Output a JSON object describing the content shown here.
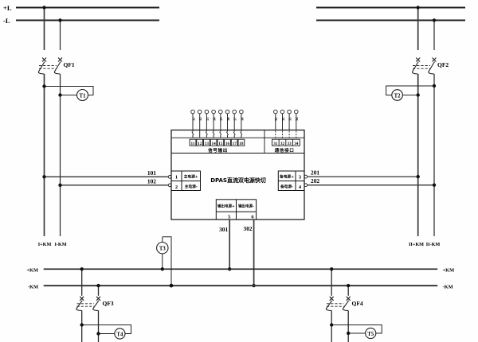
{
  "diagram": {
    "buses": {
      "top_positive": "+L",
      "top_negative": "-L",
      "ctrl_positive_left": "+KM",
      "ctrl_negative_left": "-KM",
      "ctrl_positive_right": "+KM",
      "ctrl_negative_right": "-KM"
    },
    "feeder_labels": {
      "left_pos": "I+KM",
      "left_neg": "I-KM",
      "right_pos": "II+KM",
      "right_neg": "II-KM"
    },
    "breakers": {
      "qf1": "QF1",
      "qf2": "QF2",
      "qf3": "QF3",
      "qf4": "QF4"
    },
    "transducers": {
      "t1": "T1",
      "t2": "T2",
      "t3": "T3",
      "t4": "T4",
      "t5": "T5"
    },
    "wire_numbers": {
      "w101": "101",
      "w102": "102",
      "w201": "201",
      "w202": "202",
      "w301": "301",
      "w302": "302"
    },
    "device": {
      "title": "DPAS直流双电源快切",
      "signal_section": {
        "label": "信号输出",
        "terminals": [
          "11",
          "12",
          "13",
          "14",
          "15",
          "16",
          "17",
          "18"
        ],
        "wire_labels": [
          "11",
          "12",
          "13",
          "14",
          "15",
          "16",
          "17",
          "18"
        ]
      },
      "comm_section": {
        "label": "通信接口",
        "terminals": [
          "31",
          "32",
          "33",
          "34"
        ],
        "wire_labels": [
          "31",
          "32",
          "33",
          "34"
        ]
      },
      "main_input": {
        "pos_label": "主电源+",
        "neg_label": "主电源-",
        "pos_term": "1",
        "neg_term": "2"
      },
      "backup_input": {
        "pos_label": "备电源+",
        "neg_label": "备电源-",
        "pos_term": "3",
        "neg_term": "4"
      },
      "output": {
        "pos_label": "输出电源+",
        "neg_label": "输出电源-",
        "pos_term": "5",
        "neg_term": "6"
      }
    }
  }
}
